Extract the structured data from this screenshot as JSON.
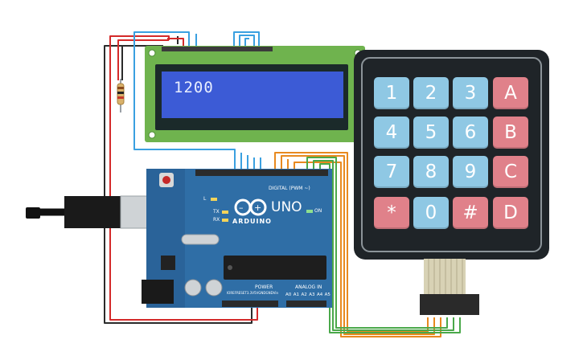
{
  "lcd": {
    "line1": "1200"
  },
  "keypad": {
    "keys": [
      "1",
      "2",
      "3",
      "A",
      "4",
      "5",
      "6",
      "B",
      "7",
      "8",
      "9",
      "C",
      "*",
      "0",
      "#",
      "D"
    ]
  },
  "board": {
    "logo_text": "UNO",
    "brand": "ARDUINO",
    "digital_label": "DIGITAL (PWM ~)",
    "power_label": "POWER",
    "analog_label": "ANALOG IN",
    "on_label": "ON",
    "tx_label": "TX",
    "rx_label": "RX",
    "l_label": "L",
    "analog_pins": [
      "A0",
      "A1",
      "A2",
      "A3",
      "A4",
      "A5"
    ],
    "power_pins": [
      "IOREF",
      "RESET",
      "3.3V",
      "5V",
      "GND",
      "GND",
      "Vin"
    ]
  },
  "colors": {
    "wire_black": "#2b2b2b",
    "wire_red": "#d42a2a",
    "wire_blue": "#3aa0e0",
    "wire_orange": "#e8891f",
    "wire_green": "#4aa84a",
    "lcd_backlight": "#3c5bd6",
    "board_blue": "#2f6ea6",
    "keypad_body": "#1f2428"
  }
}
